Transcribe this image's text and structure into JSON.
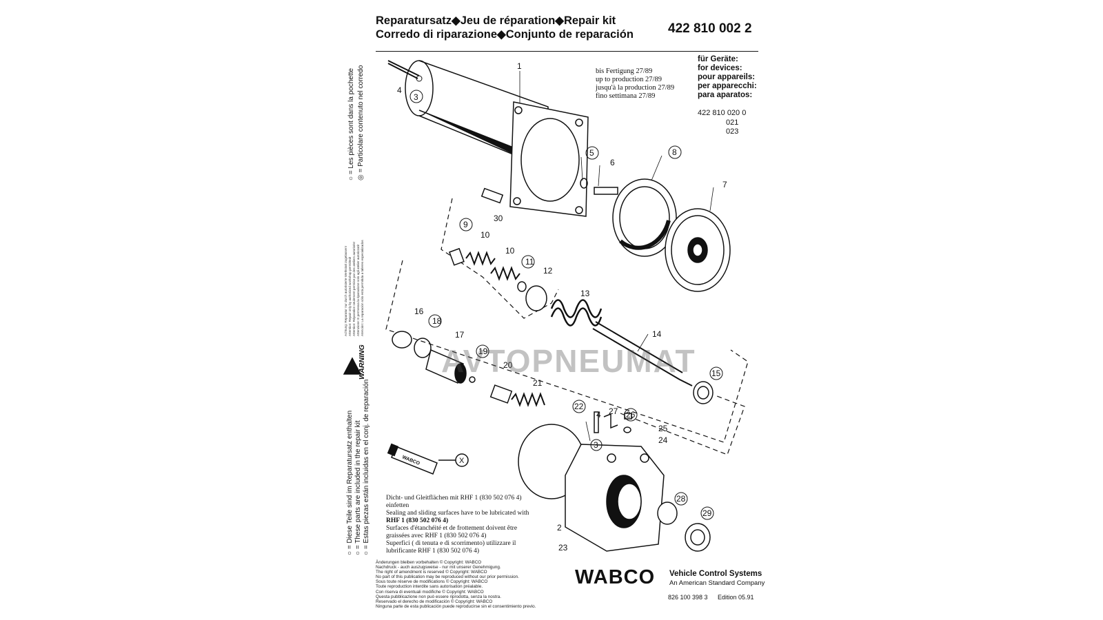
{
  "header": {
    "line1": "Reparatursatz◆Jeu de réparation◆Repair kit",
    "line2": "Corredo di riparazione◆Conjunto de reparación",
    "part_number": "422 810 002 2"
  },
  "devices": {
    "labels": [
      "für Geräte:",
      "for devices:",
      "pour appareils:",
      "per apparecchi:",
      "para aparatos:"
    ],
    "numbers": [
      "422 810 020 0",
      "021",
      "023"
    ]
  },
  "production": [
    "bis Fertigung 27/89",
    "up to production 27/89",
    "jusqu'à la production 27/89",
    "fino settimana 27/89"
  ],
  "left_notes": {
    "top1": "○ = Les pièces sont dans la pochette",
    "top2": "◎ = Particolare contenuto nel corredo",
    "warning_lines": [
      "Achtung: Reparatur nur durch autorisierte Werkstatt zugelassen!",
      "Attention: Repair only by authorized workshop permitted!",
      "Attention: Réparation seulement permise par des ateliers autorisés!",
      "Attenzione: E permessa la riparazione solo agli atelier autorizzati!",
      "Atención: La reparación sólo está permitida a talleres especializados"
    ],
    "warning_label": "WARNING",
    "bottom1": "○ = Diese Teile sind im Reparatursatz enthalten",
    "bottom2": "○ = These parts are included in the repair kit",
    "bottom3": "○ = Estas piezas están incluidas en el conj. de reparación"
  },
  "callouts": [
    "1",
    "2",
    "3",
    "4",
    "5",
    "6",
    "7",
    "8",
    "9",
    "10",
    "11",
    "12",
    "13",
    "14",
    "15",
    "16",
    "17",
    "18",
    "19",
    "20",
    "21",
    "22",
    "23",
    "24",
    "25",
    "26",
    "27",
    "28",
    "29",
    "30",
    "X"
  ],
  "tube_label": "WABCO",
  "lubrication": [
    "Dicht- und Gleitflächen mit  RHF 1 (830 502 076 4)",
    "einfetten",
    "Sealing and sliding surfaces have to be lubricated  with",
    "RHF 1 (830 502 076 4)",
    "Surfaces d'étanchéité et de frottement doivent être",
    "graissées avec RHF 1 (830 502 076 4)",
    "Superfici ( di tenuta e di scorrimento) utilizzare il",
    "lubrificante RHF 1 (830 502 076 4)"
  ],
  "notice": [
    "Änderungen bleiben vorbehalten © Copyright: WABCO",
    "Nachdruck - auch auszugsweise - nur mit unserer Genehmigung.",
    "The right of amendment is reserved © Copyright: WABCO",
    "No part of this publication may be reproduced without our prior permission.",
    "Sous toute réserve de modifications © Copyright: WABCO",
    "Toute reproduction interdite sans autorisation préalable.",
    "Con riserva di eventuali modifiche © Copyright: WABCO",
    "Questa pubblicazione non può essere riprodotta, senza la nostra.",
    "Reservado el derecho de modificación © Copyright: WABCO",
    "Ninguna parte de esta publicación puede reproducirse sin el consentimiento previo."
  ],
  "footer": {
    "brand": "WABCO",
    "tagline": "Vehicle Control Systems",
    "company": "An American Standard Company",
    "doc_number": "826 100 398 3",
    "edition": "Edition  05.91"
  },
  "watermark": "AVTOPNEUMAT"
}
